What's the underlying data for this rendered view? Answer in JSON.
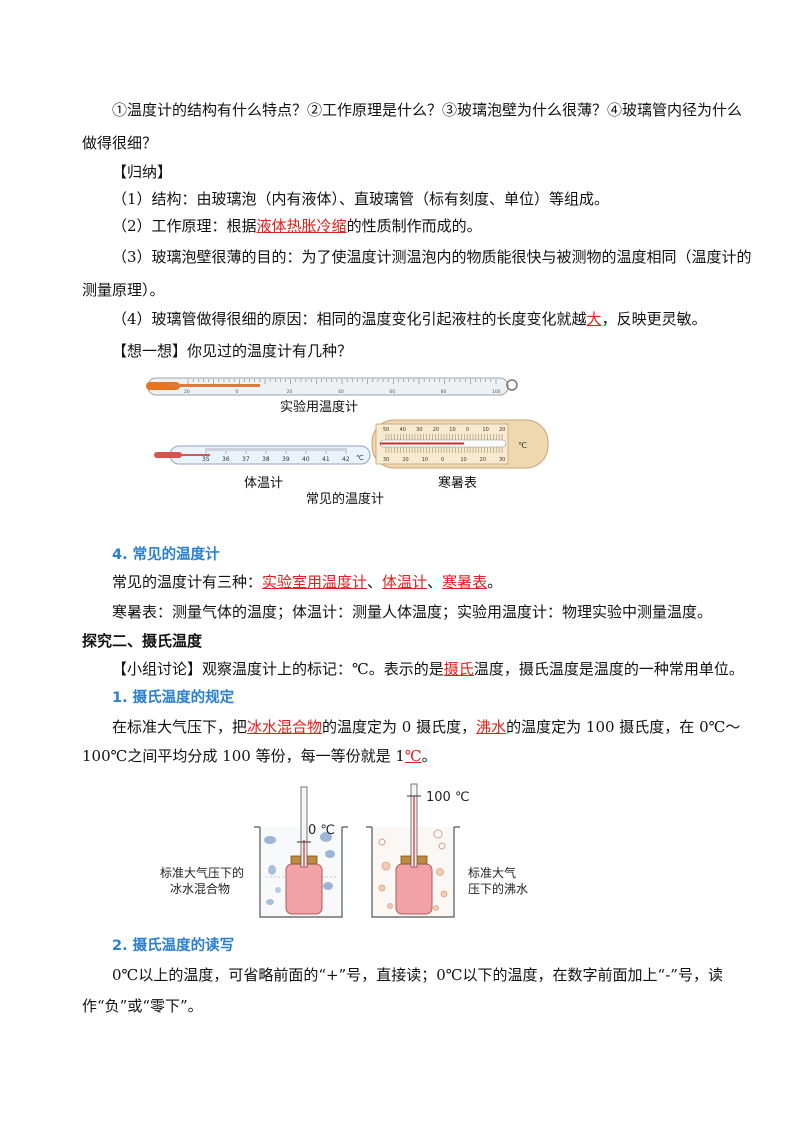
{
  "q": {
    "line1": "①温度计的结构有什么特点？②工作原理是什么？③玻璃泡壁为什么很薄？④玻璃管内径为什么",
    "line2": "做得很细？"
  },
  "summary_title": "【归纳】",
  "s1": "（1）结构：由玻璃泡（内有液体）、直玻璃管（标有刻度、单位）等组成。",
  "s2": {
    "pre": "（2）工作原理：根据",
    "hl": "液体热胀冷缩",
    "post": "的性质制作而成的。"
  },
  "s3": {
    "line1": "（3）玻璃泡壁很薄的目的：为了使温度计测温泡内的物质能很快与被测物的温度相同（温度计的",
    "line2": "测量原理）。"
  },
  "s4": {
    "pre": "（4）玻璃管做得很细的原因：相同的温度变化引起液柱的长度变化就越",
    "hl": "大",
    "post": "，反映更灵敏。"
  },
  "think": "【想一想】你见过的温度计有几种？",
  "fig1": {
    "lab_thermo": "实验用温度计",
    "body_thermo": "体温计",
    "hanshu": "寒暑表",
    "caption": "常见的温度计",
    "body_ticks": [
      "35",
      "36",
      "37",
      "38",
      "39",
      "40",
      "41",
      "42"
    ],
    "body_unit": "℃",
    "lab_ticks": [
      "20",
      "0",
      "20",
      "40",
      "60",
      "80",
      "100"
    ],
    "hs_left": [
      "30",
      "20",
      "10",
      "0",
      "10",
      "20",
      "30"
    ],
    "hs_right": [
      "50",
      "40",
      "30",
      "20",
      "10",
      "0",
      "10",
      "20"
    ],
    "hs_unit": "℃"
  },
  "sec4": {
    "title": "4.  常见的温度计"
  },
  "sec4_line1": {
    "pre": "常见的温度计有三种：",
    "a": "实验室用温度计",
    "sep1": "、",
    "b": "体温计",
    "sep2": "、",
    "c": "寒暑表",
    "post": "。"
  },
  "sec4_line2": "寒暑表：测量气体的温度；体温计：测量人体温度；实验用温度计：物理实验中测量温度。",
  "explore2": "探究二、摄氏温度",
  "discuss": {
    "pre": "【小组讨论】观察温度计上的标记：℃。表示的是",
    "hl": "摄氏",
    "post": "温度，摄氏温度是温度的一种常用单位。"
  },
  "sub1": "1. 摄氏温度的规定",
  "rule": {
    "p1": "在标准大气压下，把",
    "hl1": "冰水混合物",
    "p2": "的温度定为 0 摄氏度，",
    "hl2": "沸水",
    "p3": "的温度定为 100 摄氏度，在 0℃～",
    "line2_pre": "100℃之间平均分成 100 等份，每一等份就是 1",
    "hl3": "℃",
    "line2_post": "。"
  },
  "fig2": {
    "zero": "0 ℃",
    "hundred": "100 ℃",
    "left1": "标准大气压下的",
    "left2": "冰水混合物",
    "right1": "标准大气",
    "right2": "压下的沸水"
  },
  "sub2": "2. 摄氏温度的读写",
  "rw": {
    "line1": "0℃以上的温度，可省略前面的“+”号，直接读；0℃以下的温度，在数字前面加上“-”号，读",
    "line2": "作“负”或“零下”。"
  }
}
